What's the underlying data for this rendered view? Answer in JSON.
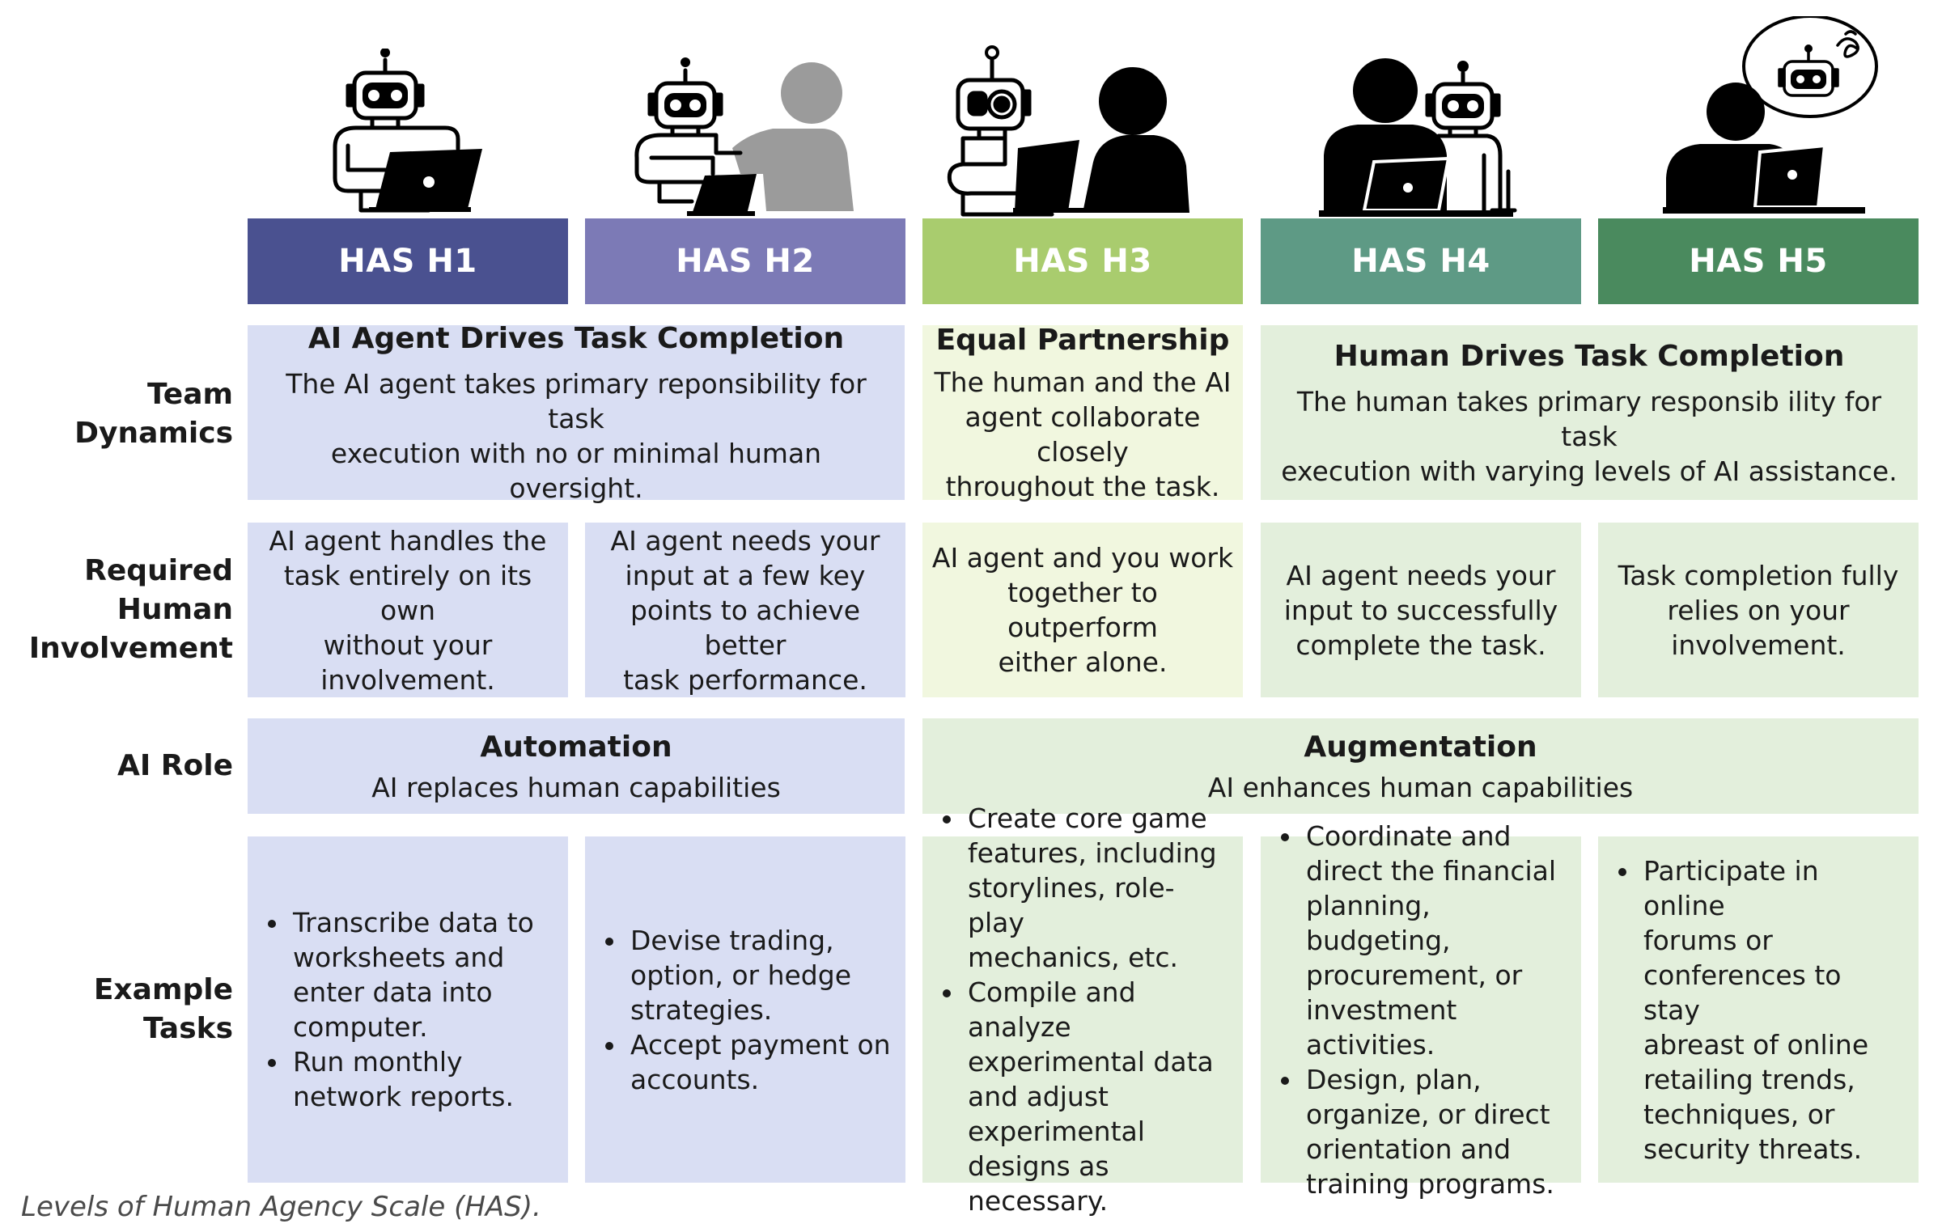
{
  "levels": [
    {
      "label": "HAS H1",
      "color": "#4a5190"
    },
    {
      "label": "HAS H2",
      "color": "#7c7ab6"
    },
    {
      "label": "HAS H3",
      "color": "#a9cc6e"
    },
    {
      "label": "HAS H4",
      "color": "#5e9a85"
    },
    {
      "label": "HAS H5",
      "color": "#4a8a5e"
    }
  ],
  "row_labels": {
    "team_dynamics": [
      "Team",
      "Dynamics"
    ],
    "involvement": [
      "Required",
      "Human",
      "Involvement"
    ],
    "ai_role": [
      "AI Role"
    ],
    "tasks": [
      "Example",
      "Tasks"
    ]
  },
  "team_dynamics": [
    {
      "title": "AI Agent Drives Task Completion",
      "lines": [
        "The AI agent takes primary reponsibility for task",
        "execution with no or minimal human oversight."
      ]
    },
    {
      "title": "Equal Partnership",
      "lines": [
        "The human and the AI",
        "agent collaborate closely",
        "throughout the task."
      ]
    },
    {
      "title": "Human Drives Task Completion",
      "lines": [
        "The human takes primary responsib ility for task",
        "execution with varying levels of AI assistance."
      ]
    }
  ],
  "involvement": [
    [
      "AI agent handles the",
      "task entirely on its own",
      "without your",
      "involvement."
    ],
    [
      "AI agent needs your",
      "input at a few key",
      "points to achieve better",
      "task performance."
    ],
    [
      "AI agent and you work",
      "together to outperform",
      "either alone."
    ],
    [
      "AI agent needs your",
      "input to successfully",
      "complete the task."
    ],
    [
      "Task completion fully",
      "relies on your",
      "involvement."
    ]
  ],
  "ai_role": [
    {
      "title": "Automation",
      "text": "AI replaces human capabilities"
    },
    {
      "title": "Augmentation",
      "text": "AI enhances human capabilities"
    }
  ],
  "tasks": [
    [
      [
        "Transcribe data to",
        "worksheets and",
        "enter data into",
        "computer."
      ],
      [
        "Run monthly",
        "network reports."
      ]
    ],
    [
      [
        "Devise trading,",
        "option, or hedge",
        "strategies."
      ],
      [
        "Accept payment on",
        "accounts."
      ]
    ],
    [
      [
        "Create core game",
        "features, including",
        "storylines, role-play",
        "mechanics, etc."
      ],
      [
        "Compile and analyze",
        "experimental data",
        "and adjust",
        "experimental",
        "designs as necessary."
      ]
    ],
    [
      [
        "Coordinate and",
        "direct the financial",
        "planning, budgeting,",
        "procurement, or",
        "investment activities."
      ],
      [
        "Design, plan,",
        "organize, or direct",
        "orientation and",
        "training programs."
      ]
    ],
    [
      [
        "Participate in online",
        "forums or",
        "conferences to stay",
        "abreast of online",
        "retailing trends,",
        "techniques, or",
        "security threats."
      ]
    ]
  ],
  "caption": "Levels of Human Agency Scale (HAS).",
  "illustrations": [
    "robot-at-laptop",
    "robot-with-human-behind",
    "robot-and-human-side-by-side",
    "human-with-robot-helper",
    "human-with-robot-thought-bubble"
  ]
}
